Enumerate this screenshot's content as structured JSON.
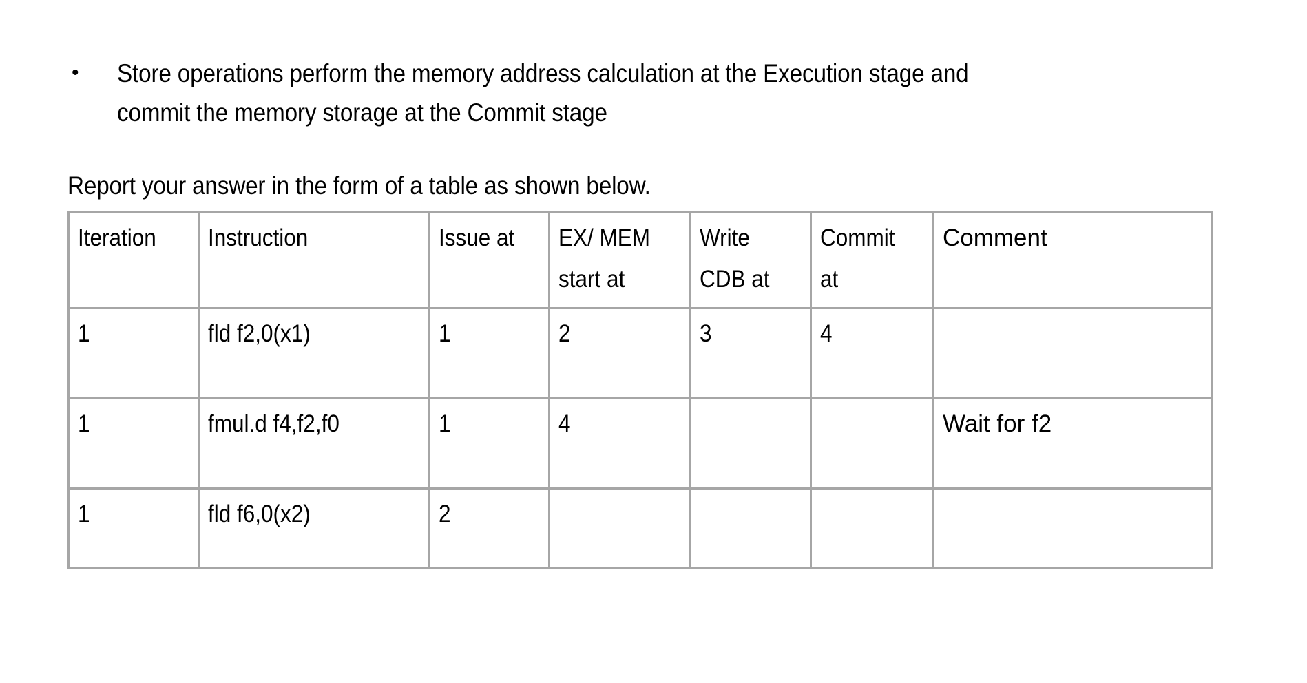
{
  "slide": {
    "bullet": {
      "marker": "•",
      "line1": "Store operations perform the memory address calculation at the Execution stage and",
      "line2": "commit the memory storage at the Commit stage"
    },
    "lead_in": "Report your answer in the form of a table as shown below."
  },
  "table": {
    "headers": [
      {
        "line1": "Iteration",
        "line2": ""
      },
      {
        "line1": "Instruction",
        "line2": ""
      },
      {
        "line1": "Issue at",
        "line2": ""
      },
      {
        "line1": "EX/ MEM",
        "line2": "start at"
      },
      {
        "line1": "Write",
        "line2": "CDB at"
      },
      {
        "line1": "Commit",
        "line2": "at"
      },
      {
        "line1": "Comment",
        "line2": ""
      }
    ],
    "rows": [
      {
        "iteration": "1",
        "instruction": "fld f2,0(x1)",
        "issue_at": "1",
        "ex_mem_start_at": "2",
        "write_cdb_at": "3",
        "commit_at": "4",
        "comment": ""
      },
      {
        "iteration": "1",
        "instruction": "fmul.d f4,f2,f0",
        "issue_at": "1",
        "ex_mem_start_at": "4",
        "write_cdb_at": "",
        "commit_at": "",
        "comment": "Wait for f2"
      },
      {
        "iteration": "1",
        "instruction": "fld f6,0(x2)",
        "issue_at": "2",
        "ex_mem_start_at": "",
        "write_cdb_at": "",
        "commit_at": "",
        "comment": ""
      }
    ]
  },
  "colors": {
    "background": "#ffffff",
    "text": "#000000",
    "table_border": "#a6a6a6"
  }
}
